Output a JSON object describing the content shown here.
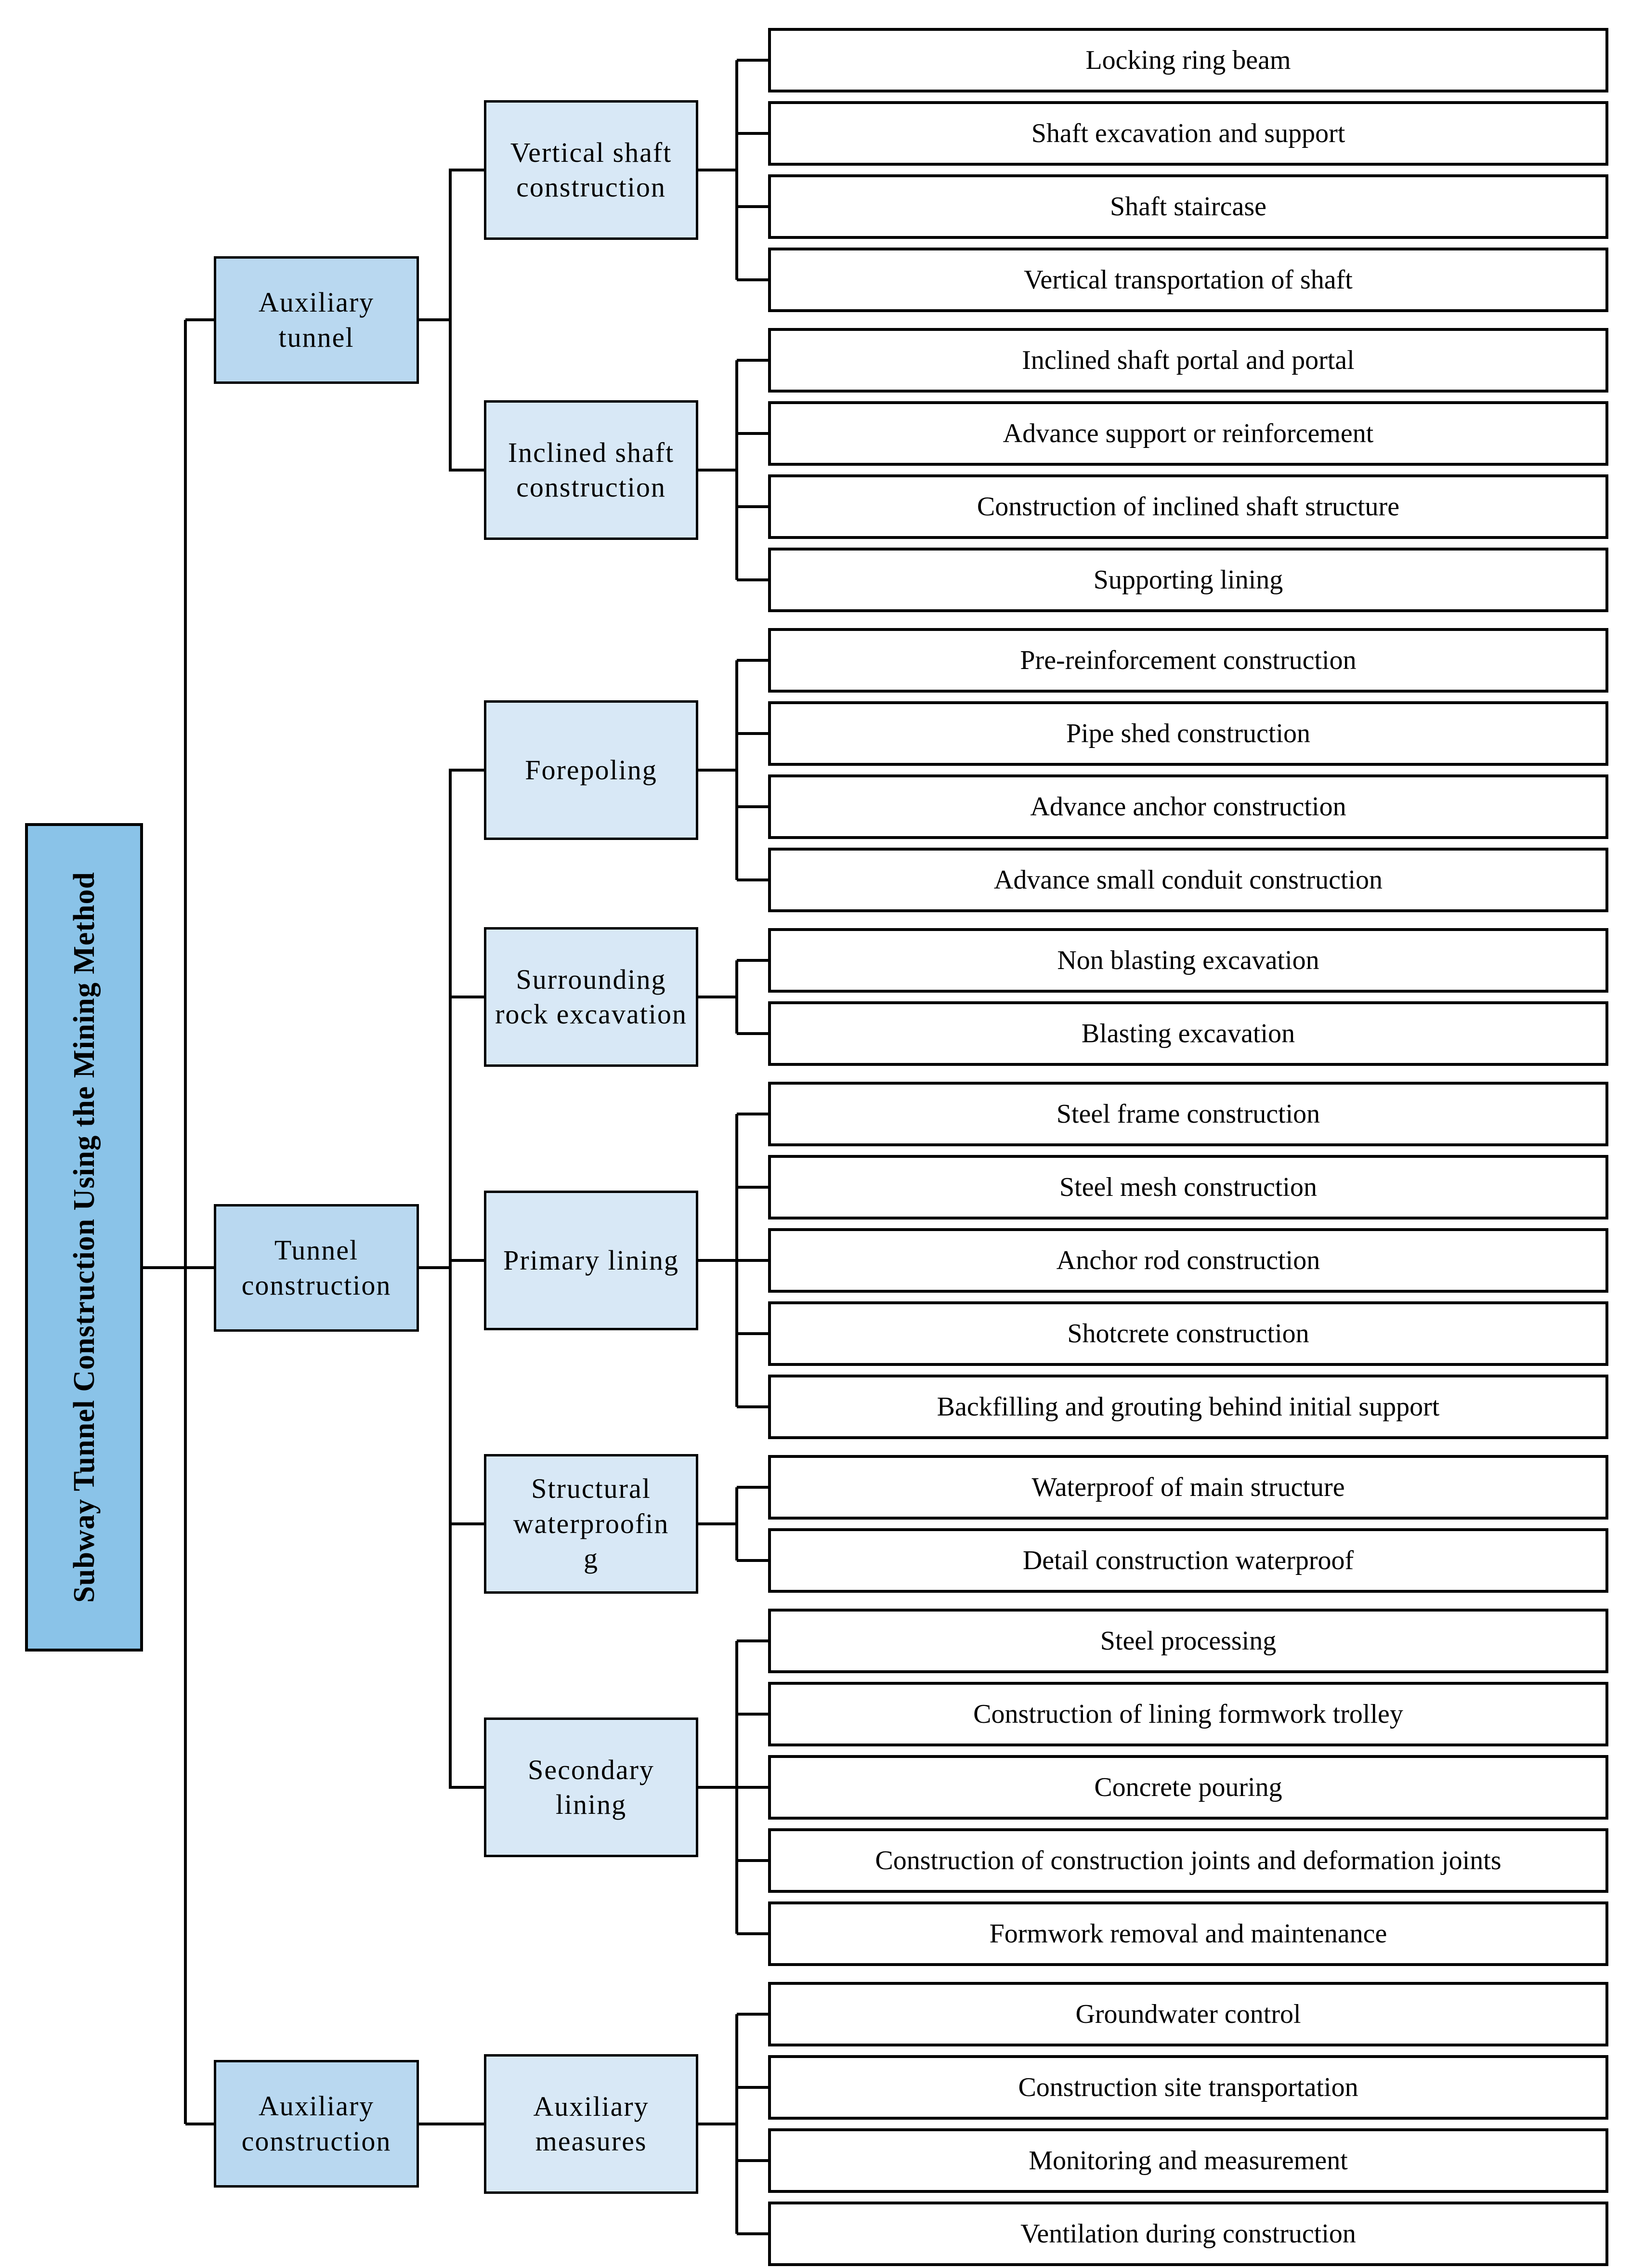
{
  "diagram": {
    "root": "Subway Tunnel Construction Using the Mining Method",
    "branches": [
      {
        "label": "Auxiliary tunnel",
        "children": [
          {
            "label": "Vertical shaft construction",
            "leaves": [
              "Locking ring beam",
              "Shaft excavation and support",
              "Shaft staircase",
              "Vertical transportation of shaft"
            ]
          },
          {
            "label": "Inclined shaft construction",
            "leaves": [
              "Inclined shaft portal and portal",
              "Advance support or reinforcement",
              "Construction of inclined shaft structure",
              "Supporting lining"
            ]
          }
        ]
      },
      {
        "label": "Tunnel construction",
        "children": [
          {
            "label": "Forepoling",
            "leaves": [
              "Pre-reinforcement construction",
              "Pipe shed construction",
              "Advance anchor construction",
              "Advance small conduit construction"
            ]
          },
          {
            "label": "Surrounding rock excavation",
            "leaves": [
              "Non blasting excavation",
              "Blasting excavation"
            ]
          },
          {
            "label": "Primary lining",
            "leaves": [
              "Steel frame construction",
              "Steel mesh construction",
              "Anchor rod construction",
              "Shotcrete construction",
              "Backfilling and grouting behind initial support"
            ]
          },
          {
            "label": "Structural waterproofing",
            "leaves": [
              "Waterproof of main structure",
              "Detail construction waterproof"
            ]
          },
          {
            "label": "Secondary lining",
            "leaves": [
              "Steel processing",
              "Construction of lining formwork trolley",
              "Concrete pouring",
              "Construction of construction joints and deformation joints",
              "Formwork removal and maintenance"
            ]
          }
        ]
      },
      {
        "label": "Auxiliary construction",
        "children": [
          {
            "label": "Auxiliary measures",
            "leaves": [
              "Groundwater control",
              "Construction site transportation",
              "Monitoring and measurement",
              "Ventilation during construction"
            ]
          }
        ]
      }
    ],
    "colors": {
      "root_fill": "#8AC3E8",
      "branch_fill": "#B9D8F0",
      "sub_fill": "#D8E8F6",
      "leaf_fill": "#FFFFFF",
      "line": "#000000"
    }
  }
}
